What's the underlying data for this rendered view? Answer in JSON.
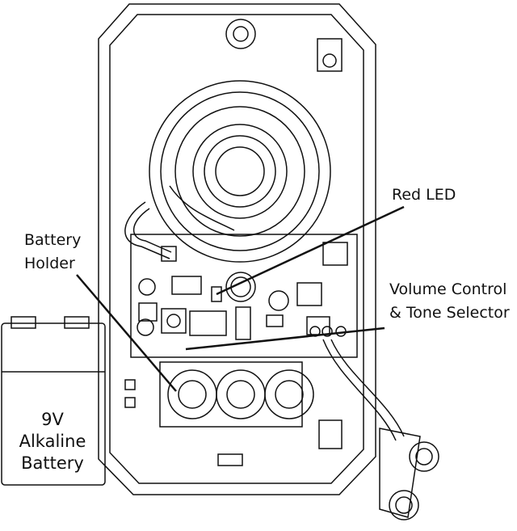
{
  "labels": {
    "red_led": "Red LED",
    "battery_holder_line1": "Battery",
    "battery_holder_line2": "Holder",
    "volume_line1": "Volume Control",
    "volume_line2": "& Tone Selector"
  },
  "battery": {
    "voltage": "9V",
    "type_line1": "Alkaline",
    "type_line2": "Battery"
  },
  "colors": {
    "line": "#111111",
    "background": "#ffffff"
  }
}
